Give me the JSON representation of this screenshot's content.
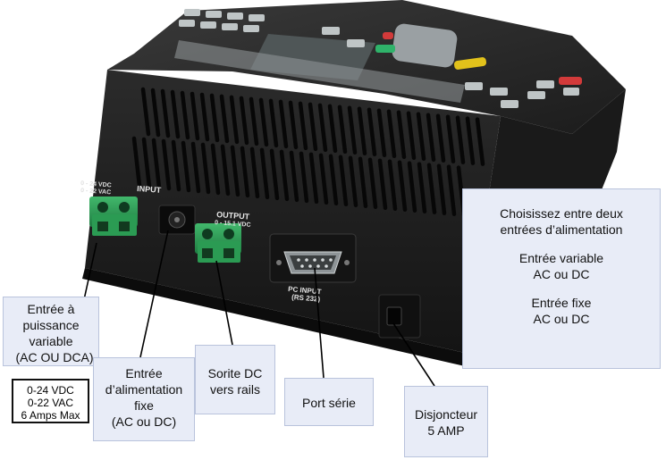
{
  "device": {
    "input_header": "INPUT",
    "input_ratings": [
      "0 - 24 VDC",
      "0 - 22 VAC"
    ],
    "output_header": "OUTPUT",
    "output_rating": "0 - 15.1 VDC",
    "serial_label": [
      "PC INPUT",
      "(RS 232)"
    ]
  },
  "callouts": {
    "variable_input": [
      "Entrée à",
      "puissance",
      "variable",
      "(AC OU DCA)"
    ],
    "variable_specs": [
      "0-24 VDC",
      "0-22 VAC",
      "6 Amps Max"
    ],
    "fixed_input": [
      "Entrée",
      "d’alimentation",
      "fixe",
      "(AC ou DC)"
    ],
    "dc_output": [
      "Sorite DC",
      "vers rails"
    ],
    "serial_port": [
      "Port série"
    ],
    "breaker": [
      "Disjoncteur",
      "5 AMP"
    ],
    "info_box": {
      "intro": [
        "Choisissez entre deux",
        "entrées d’alimentation"
      ],
      "variable": [
        "Entrée variable",
        "AC ou DC"
      ],
      "fixed": [
        "Entrée fixe",
        "AC ou DC"
      ]
    }
  },
  "colors": {
    "callout_fill": "#e8ecf7",
    "callout_border": "#b9c3dc",
    "device_body": "#1e1e1e",
    "terminal_green": "#2e9e57",
    "leader_line": "#000000"
  }
}
